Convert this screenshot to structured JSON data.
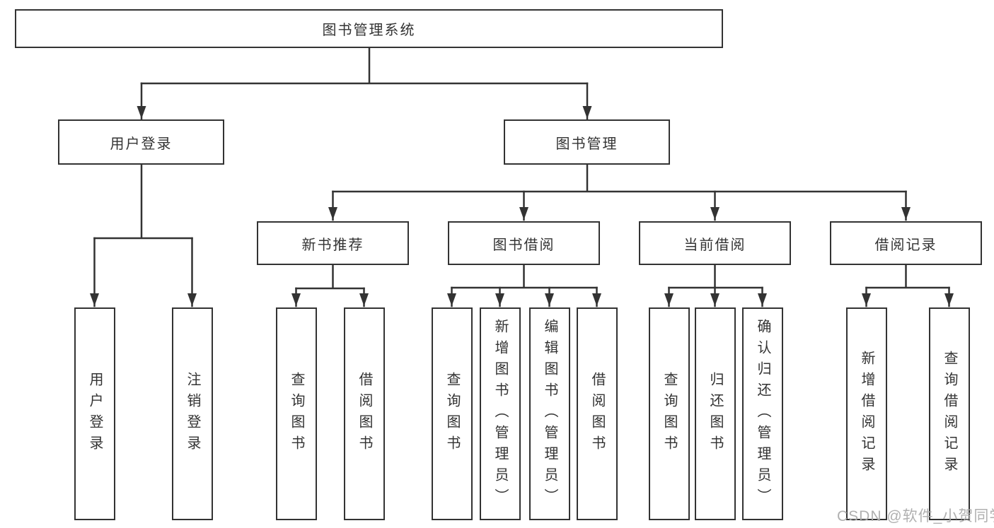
{
  "diagram": {
    "title": "图书管理系统",
    "type": "hierarchy-tree",
    "colors": {
      "line": "#333333",
      "box_border": "#333333",
      "box_background": "#ffffff",
      "text": "#333333",
      "page_background": "#ffffff",
      "watermark": "#acacac"
    }
  },
  "nodes": {
    "root": {
      "label": "图书管理系统"
    },
    "user_login": {
      "label": "用户登录"
    },
    "book_management": {
      "label": "图书管理"
    },
    "new_book_recommend": {
      "label": "新书推荐"
    },
    "book_borrow": {
      "label": "图书借阅"
    },
    "current_borrow": {
      "label": "当前借阅"
    },
    "borrow_record": {
      "label": "借阅记录"
    },
    "ul_user_login": {
      "label": "用户登录"
    },
    "ul_logout": {
      "label": "注销登录"
    },
    "nb_query_book": {
      "label": "查询图书"
    },
    "nb_borrow_book": {
      "label": "借阅图书"
    },
    "bb_query_book": {
      "label": "查询图书"
    },
    "bb_add_book": {
      "label": "新增图书（管理员）"
    },
    "bb_edit_book": {
      "label": "编辑图书（管理员）"
    },
    "bb_borrow_book": {
      "label": "借阅图书"
    },
    "cb_query_book": {
      "label": "查询图书"
    },
    "cb_return_book": {
      "label": "归还图书"
    },
    "cb_confirm_return": {
      "label": "确认归还（管理员）"
    },
    "br_add_record": {
      "label": "新增借阅记录"
    },
    "br_query_record": {
      "label": "查询借阅记录"
    }
  },
  "hierarchy": {
    "图书管理系统": {
      "用户登录": [
        "用户登录",
        "注销登录"
      ],
      "图书管理": {
        "新书推荐": [
          "查询图书",
          "借阅图书"
        ],
        "图书借阅": [
          "查询图书",
          "新增图书（管理员）",
          "编辑图书（管理员）",
          "借阅图书"
        ],
        "当前借阅": [
          "查询图书",
          "归还图书",
          "确认归还（管理员）"
        ],
        "借阅记录": [
          "新增借阅记录",
          "查询借阅记录"
        ]
      }
    }
  },
  "watermark": {
    "text": "CSDN @软件_小贺同学"
  }
}
